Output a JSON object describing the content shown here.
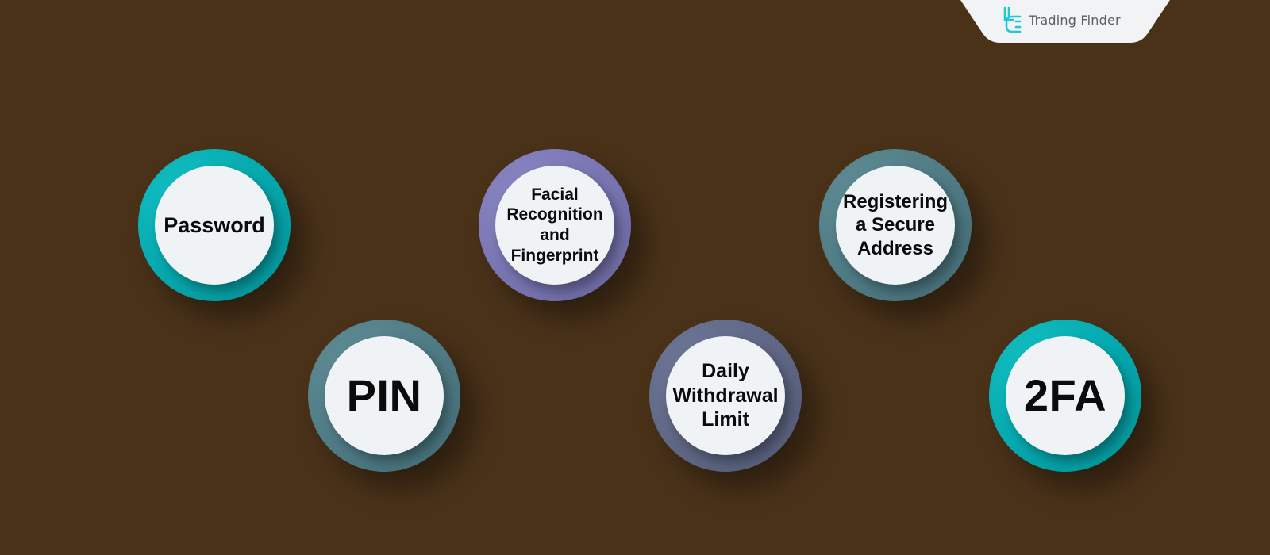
{
  "brand": {
    "name": "Trading Finder",
    "logo_icon": "tf-logo-icon",
    "accent_color": "#1ec8d4",
    "tab_color": "#f1f3f5"
  },
  "background_color": "#4a3219",
  "items": [
    {
      "id": "password",
      "label": "Password",
      "ring_color": "#05a9ae"
    },
    {
      "id": "pin",
      "label": "PIN",
      "ring_color": "#4e7a84"
    },
    {
      "id": "facial-fingerprint",
      "label": "Facial Recognition and Fingerprint",
      "ring_color": "#7774b0"
    },
    {
      "id": "daily-withdrawal-limit",
      "label": "Daily Withdrawal Limit",
      "ring_color": "#5e6684"
    },
    {
      "id": "secure-address",
      "label": "Registering a Secure Address",
      "ring_color": "#4e7a84"
    },
    {
      "id": "2fa",
      "label": "2FA",
      "ring_color": "#05a9ae"
    }
  ]
}
